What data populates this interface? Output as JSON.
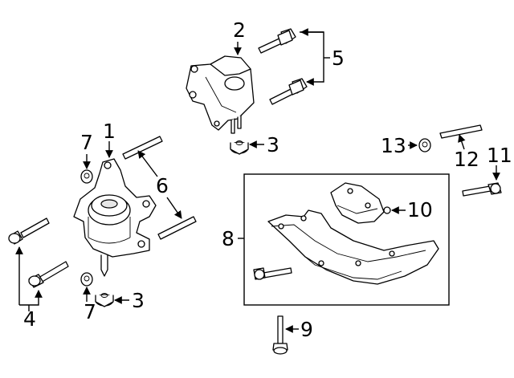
{
  "callouts": {
    "c1": "1",
    "c2": "2",
    "c3a": "3",
    "c3b": "3",
    "c4": "4",
    "c5": "5",
    "c6": "6",
    "c7a": "7",
    "c7b": "7",
    "c8": "8",
    "c9": "9",
    "c10": "10",
    "c11": "11",
    "c12": "12",
    "c13": "13"
  }
}
